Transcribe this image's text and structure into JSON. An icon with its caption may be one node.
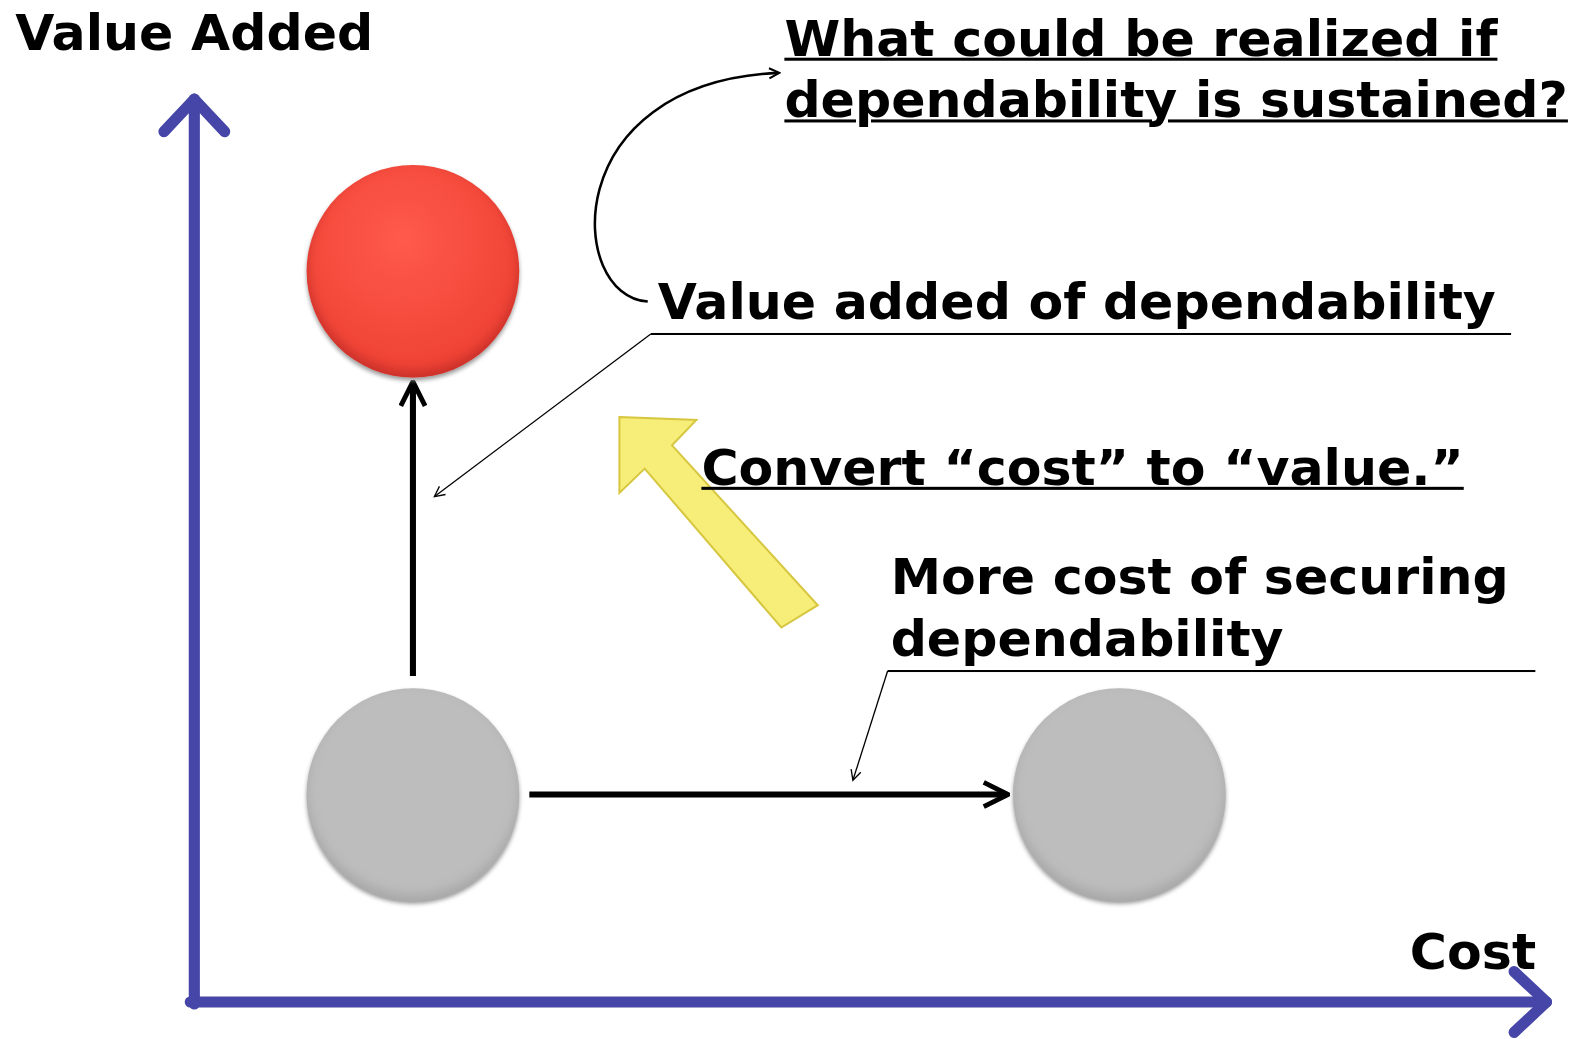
{
  "diagram": {
    "nodes": [
      {
        "text": [
          "What could be realized if dependability is sustained?"
        ]
      },
      {
        "text": [
          "Value added of dependability"
        ]
      },
      {
        "text": [],
        "shape": "circle"
      },
      {
        "text": [],
        "shape": "circle"
      },
      {
        "text": [],
        "shape": "circle"
      },
      {
        "text": [
          "More cost of securing dependability"
        ]
      }
    ],
    "edges": [
      {
        "from": 1,
        "to": 0,
        "arrow": "to"
      },
      {
        "from": 3,
        "to": 2,
        "arrow": "to",
        "style": "thick"
      },
      {
        "from": 3,
        "to": 4,
        "arrow": "to",
        "style": "thick"
      },
      {
        "from": 1,
        "to": null,
        "arrow": "to"
      },
      {
        "from": 5,
        "to": null,
        "arrow": "to"
      }
    ],
    "labels": [
      "Value Added",
      "Convert “cost” to “value.”",
      "Cost"
    ]
  }
}
